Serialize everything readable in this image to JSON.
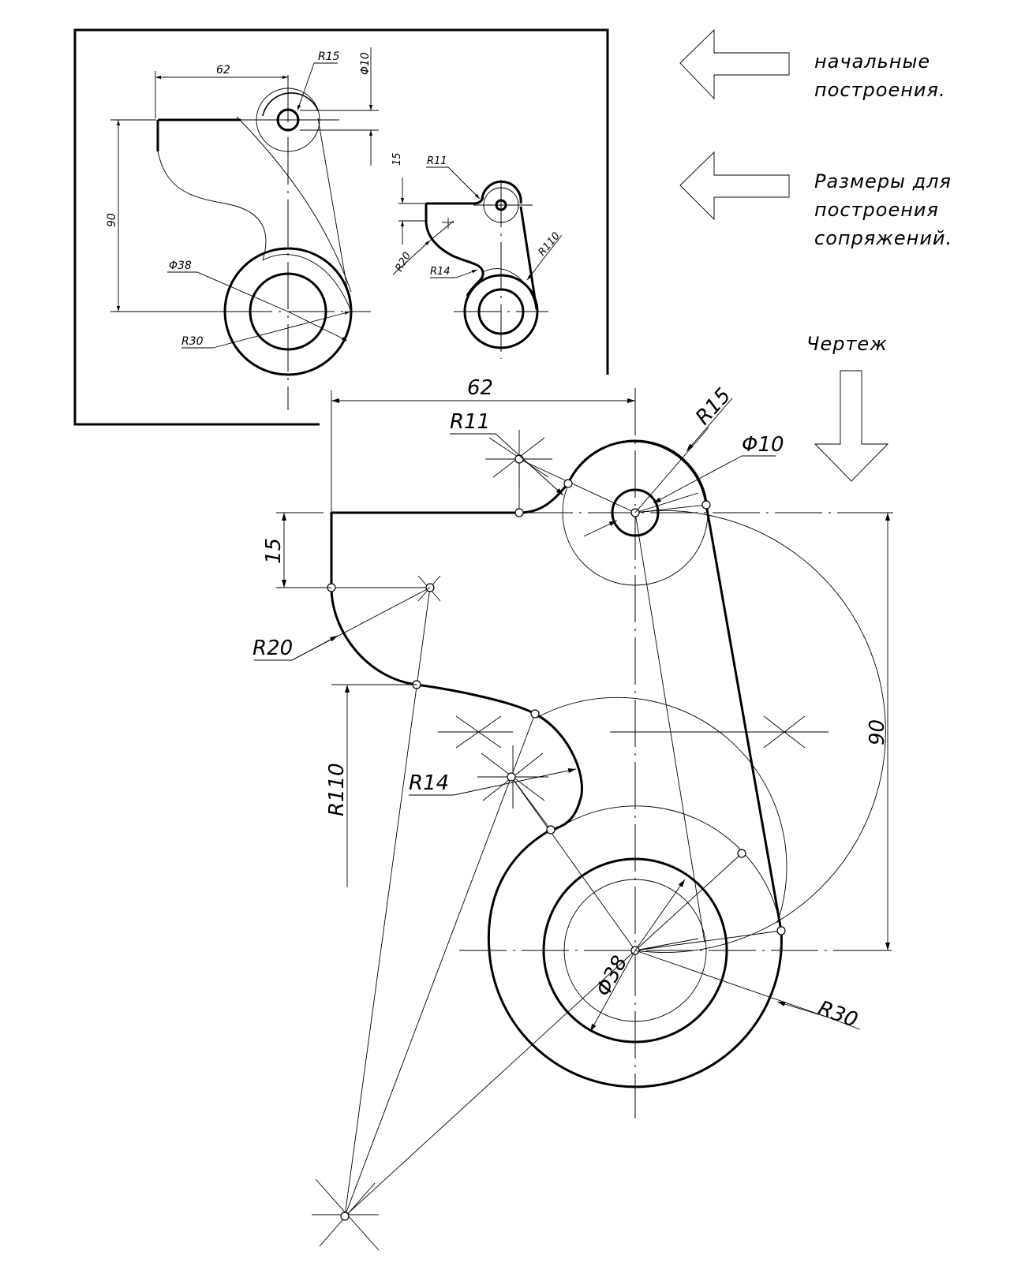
{
  "notes": {
    "initial": [
      "начальные",
      "построения."
    ],
    "sizes": [
      "Размеры для",
      "построения",
      "сопряжений."
    ],
    "drawing": "Чертеж"
  },
  "inset1": {
    "d62": "62",
    "r15": "R15",
    "d10": "Φ10",
    "d90": "90",
    "d38": "Φ38",
    "r30": "R30"
  },
  "inset2": {
    "d15": "15",
    "r11": "R11",
    "r20": "R20",
    "r14": "R14",
    "r110": "R110"
  },
  "main": {
    "d62": "62",
    "r11": "R11",
    "r15": "R15",
    "d10": "Φ10",
    "d15": "15",
    "r20": "R20",
    "r110": "R110",
    "r14": "R14",
    "d90": "90",
    "d38": "Φ38",
    "r30": "R30"
  }
}
